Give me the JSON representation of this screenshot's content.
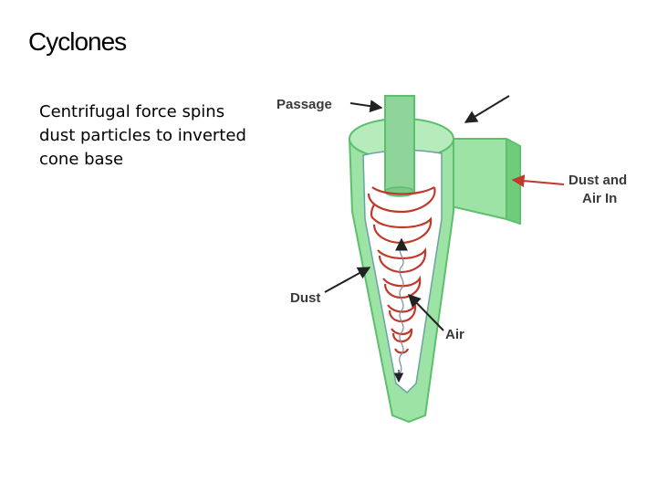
{
  "slide": {
    "title": "Cyclones",
    "body_text": "Centrifugal force spins dust particles to inverted cone base"
  },
  "diagram": {
    "labels": {
      "passage": "Passage",
      "dust_and": "Dust and",
      "air_in": "Air In",
      "dust": "Dust",
      "air": "Air"
    },
    "colors": {
      "body_fill": "#9ee3a6",
      "body_edge": "#5bbf6b",
      "inner_white": "#ffffff",
      "spiral_red": "#c0392b",
      "arrow": "#222222"
    }
  }
}
